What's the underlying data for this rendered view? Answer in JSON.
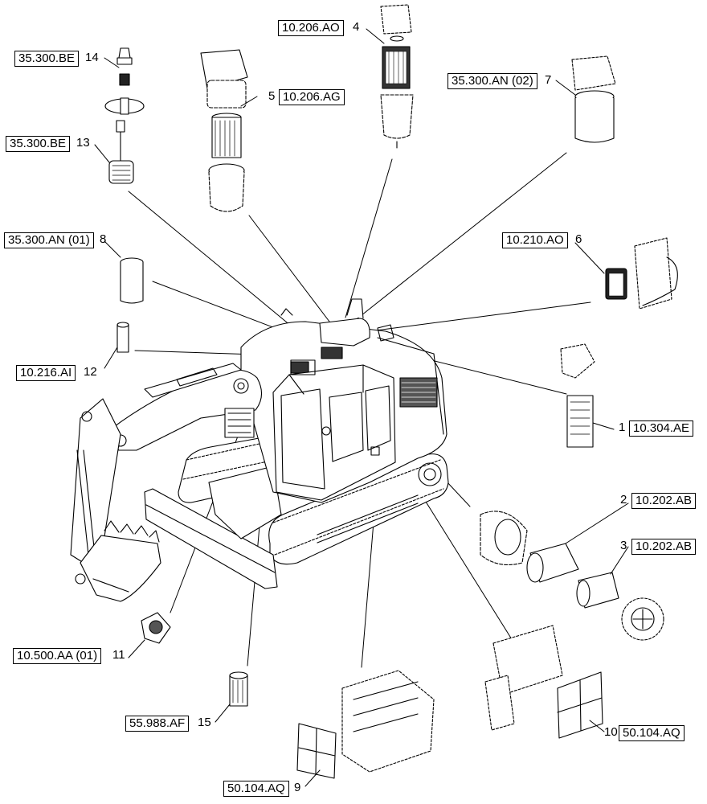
{
  "diagram": {
    "callouts": [
      {
        "id": "c14",
        "number": "14",
        "ref": "35.300.BE"
      },
      {
        "id": "c13",
        "number": "13",
        "ref": "35.300.BE"
      },
      {
        "id": "c4",
        "number": "4",
        "ref": "10.206.AO"
      },
      {
        "id": "c5",
        "number": "5",
        "ref": "10.206.AG"
      },
      {
        "id": "c7",
        "number": "7",
        "ref": "35.300.AN (02)"
      },
      {
        "id": "c8",
        "number": "8",
        "ref": "35.300.AN (01)"
      },
      {
        "id": "c6",
        "number": "6",
        "ref": "10.210.AO"
      },
      {
        "id": "c12",
        "number": "12",
        "ref": "10.216.AI"
      },
      {
        "id": "c1",
        "number": "1",
        "ref": "10.304.AE"
      },
      {
        "id": "c2",
        "number": "2",
        "ref": "10.202.AB"
      },
      {
        "id": "c3",
        "number": "3",
        "ref": "10.202.AB"
      },
      {
        "id": "c11",
        "number": "11",
        "ref": "10.500.AA (01)"
      },
      {
        "id": "c15",
        "number": "15",
        "ref": "55.988.AF"
      },
      {
        "id": "c10",
        "number": "10",
        "ref": "50.104.AQ"
      },
      {
        "id": "c9",
        "number": "9",
        "ref": "50.104.AQ"
      }
    ]
  }
}
